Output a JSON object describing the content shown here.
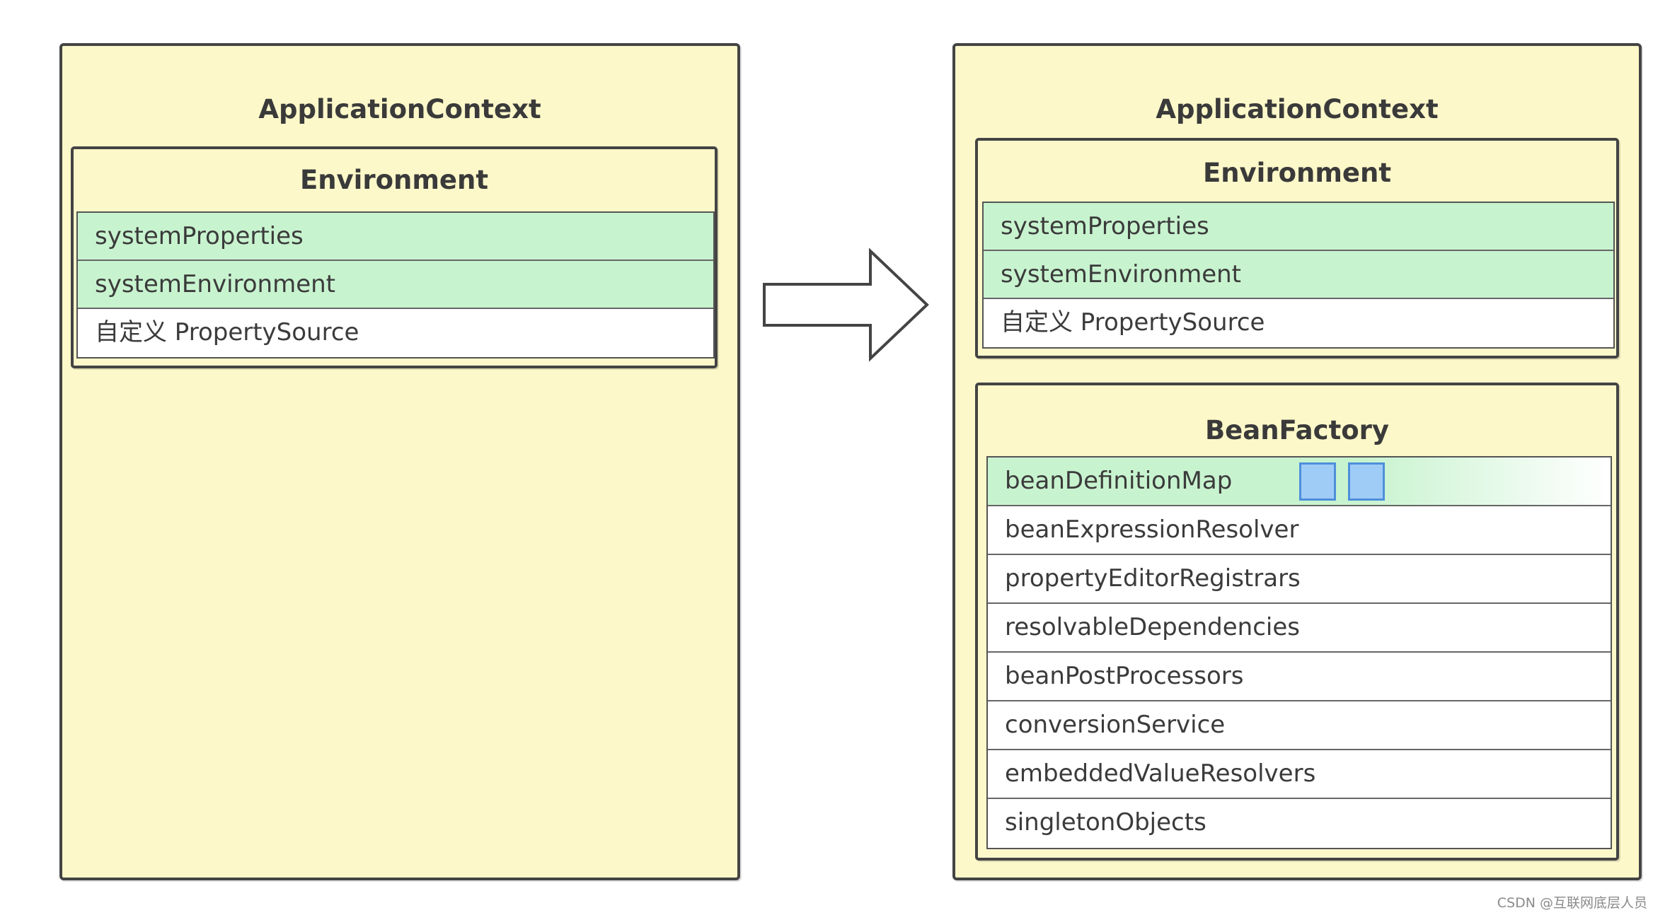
{
  "left": {
    "app_context_title": "ApplicationContext",
    "environment": {
      "title": "Environment",
      "rows": [
        "systemProperties",
        "systemEnvironment",
        "自定义 PropertySource"
      ]
    }
  },
  "right": {
    "app_context_title": "ApplicationContext",
    "environment": {
      "title": "Environment",
      "rows": [
        "systemProperties",
        "systemEnvironment",
        "自定义 PropertySource"
      ]
    },
    "bean_factory": {
      "title": "BeanFactory",
      "rows": [
        "beanDefinitionMap",
        "beanExpressionResolver",
        "propertyEditorRegistrars",
        "resolvableDependencies",
        "beanPostProcessors",
        "conversionService",
        "embeddedValueResolvers",
        "singletonObjects"
      ]
    }
  },
  "colors": {
    "container_fill": "#fdf8c9",
    "highlight_row": "#c8f3cf",
    "marker_fill": "#9fccf7",
    "marker_border": "#4d8fdb"
  },
  "watermark": "CSDN @互联网底层人员"
}
